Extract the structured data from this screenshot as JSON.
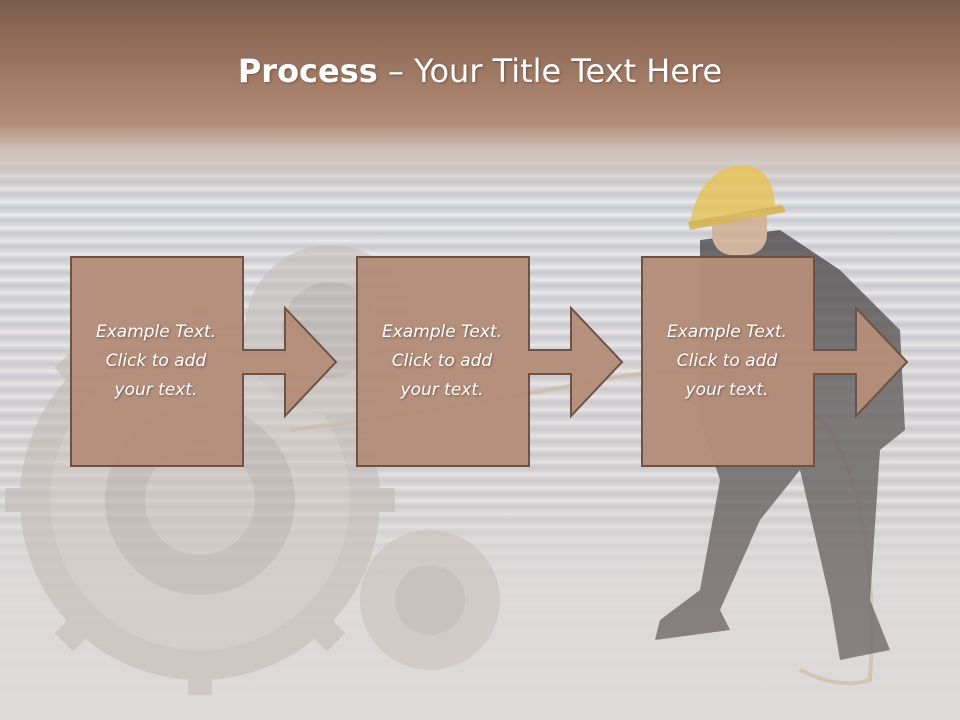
{
  "slide": {
    "title_bold": "Process",
    "title_rest": " – Your Title Text Here"
  },
  "steps": [
    {
      "text": "Example Text.\nClick  to add\nyour text."
    },
    {
      "text": "Example Text.\nClick  to add\nyour text."
    },
    {
      "text": "Example Text.\nClick  to add\nyour text."
    }
  ],
  "colors": {
    "box_fill": "#b48d7a",
    "box_stroke": "#6f5244",
    "header": "#8a6552"
  }
}
